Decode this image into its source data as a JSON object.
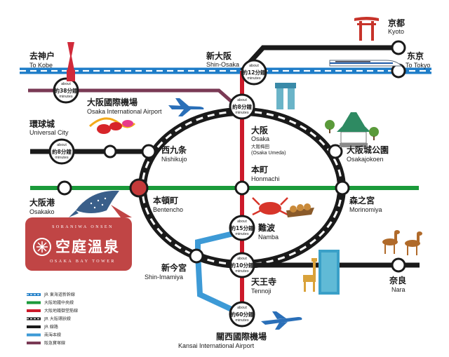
{
  "colors": {
    "shinkansen": "#1e7dc8",
    "chuo": "#1a9a3a",
    "midosuji": "#cc1a2a",
    "jr": "#1a1a1a",
    "nankai": "#3d9ad6",
    "hankyu": "#7a3a55",
    "badge": "#c04545"
  },
  "stations": {
    "kyoto": {
      "jp": "京都",
      "en": "Kyoto"
    },
    "tokyo": {
      "jp": "东京",
      "en": "To Tokyo"
    },
    "kobe": {
      "jp": "去神户",
      "en": "To Kobe"
    },
    "shinosaka": {
      "jp": "新大阪",
      "en": "Shin-Osaka"
    },
    "itami": {
      "jp": "大阪國際機場",
      "en": "Osaka International Airport"
    },
    "universal": {
      "jp": "環球城",
      "en": "Universal City"
    },
    "osaka": {
      "jp": "大阪",
      "en": "Osaka",
      "sub1": "大阪梅田",
      "sub2": "(Osaka Umeda)"
    },
    "osakajokoen": {
      "jp": "大阪城公園",
      "en": "Osakajokoen"
    },
    "nishikujo": {
      "jp": "西九条",
      "en": "Nishikujo"
    },
    "honmachi": {
      "jp": "本町",
      "en": "Honmachi"
    },
    "osakako": {
      "jp": "大阪港",
      "en": "Osakako"
    },
    "bentencho": {
      "jp": "本頓町",
      "en": "Bentencho"
    },
    "morinomiya": {
      "jp": "森之宮",
      "en": "Morinomiya"
    },
    "namba": {
      "jp": "難波",
      "en": "Namba"
    },
    "shinimamiya": {
      "jp": "新今宮",
      "en": "Shin-Imamiya"
    },
    "tennoji": {
      "jp": "天王寺",
      "en": "Tennoji"
    },
    "nara": {
      "jp": "奈良",
      "en": "Nara"
    },
    "kansai": {
      "jp": "關西國際機場",
      "en": "Kansai International Airport"
    }
  },
  "times": {
    "about": "about",
    "minutes": "minutes",
    "t38": "約38分鐘",
    "t12": "約12分鐘",
    "t8a": "約8分鐘",
    "t8b": "約8分鐘",
    "t15": "約15分鐘",
    "t10": "約10分鐘",
    "t60": "約60分鐘"
  },
  "legend": [
    {
      "label": "JR 東海道新幹線",
      "color": "#1e7dc8",
      "style": "dashed-white"
    },
    {
      "label": "大阪地鐵中央線",
      "color": "#1a9a3a",
      "style": "solid"
    },
    {
      "label": "大阪地鐵御堂筋線",
      "color": "#cc1a2a",
      "style": "solid"
    },
    {
      "label": "JR 大阪環狀線",
      "color": "#1a1a1a",
      "style": "dashed-white"
    },
    {
      "label": "JR 線路",
      "color": "#1a1a1a",
      "style": "solid"
    },
    {
      "label": "南海本線",
      "color": "#3d9ad6",
      "style": "solid"
    },
    {
      "label": "阪急寶塚線",
      "color": "#7a3a55",
      "style": "solid"
    }
  ],
  "logo": {
    "top": "SORANIWA  ONSEN",
    "main": "空庭溫泉",
    "sub": "OSAKA BAY TOWER"
  }
}
